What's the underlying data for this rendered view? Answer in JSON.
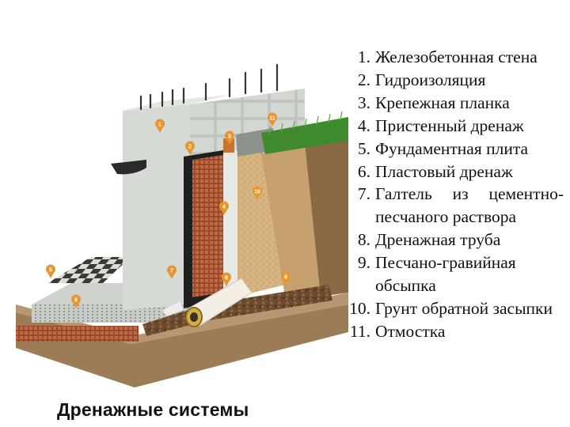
{
  "legend": {
    "items": [
      {
        "num": "1.",
        "label": "Железобетонная стена"
      },
      {
        "num": "2.",
        "label": "Гидроизоляция"
      },
      {
        "num": "3.",
        "label": "Крепежная планка"
      },
      {
        "num": "4.",
        "label": "Пристенный дренаж"
      },
      {
        "num": "5.",
        "label": "Фундаментная плита"
      },
      {
        "num": "6.",
        "label": "Пластовый дренаж"
      },
      {
        "num": "7.",
        "label": "Галтель из цементно-песчаного раствора"
      },
      {
        "num": "8.",
        "label": "Дренажная труба"
      },
      {
        "num": "9.",
        "label": "Песчано-гравийная обсыпка"
      },
      {
        "num": "10.",
        "label": "Грунт обратной засыпки"
      },
      {
        "num": "11.",
        "label": "Отмостка"
      }
    ]
  },
  "caption": "Дренажные системы",
  "markers": [
    "1",
    "2",
    "3",
    "4",
    "5",
    "6",
    "7",
    "8",
    "9",
    "10",
    "11"
  ],
  "colors": {
    "marker": "#e8952f",
    "waterproofing": "#1a1a1a",
    "drain_membrane": "#a8502f",
    "grass": "#3f8a2e"
  }
}
